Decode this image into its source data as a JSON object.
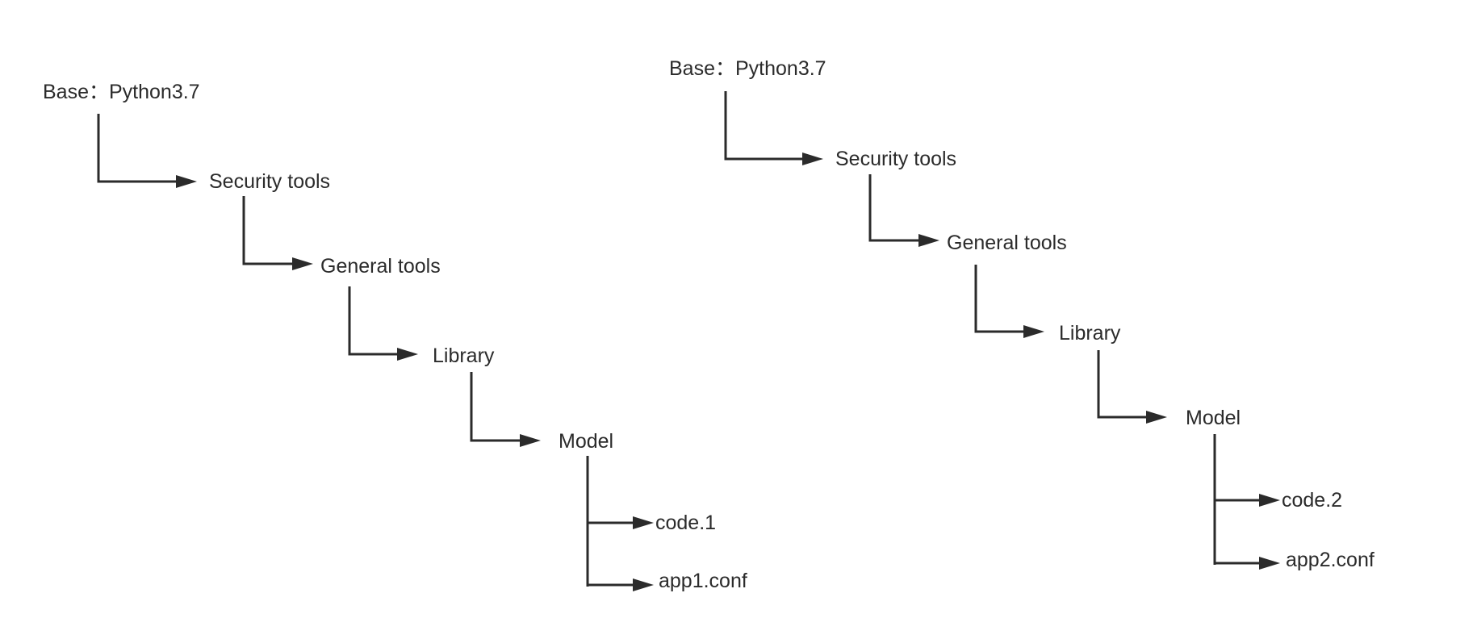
{
  "trees": [
    {
      "base": "Base：Python3.7",
      "security": "Security tools",
      "general": "General tools",
      "library": "Library",
      "model": "Model",
      "code": "code.1",
      "conf": "app1.conf"
    },
    {
      "base": "Base：Python3.7",
      "security": "Security tools",
      "general": "General tools",
      "library": "Library",
      "model": "Model",
      "code": "code.2",
      "conf": "app2.conf"
    }
  ],
  "colors": {
    "line": "#2b2b2b",
    "text": "#2b2b2b",
    "background": "#ffffff"
  }
}
